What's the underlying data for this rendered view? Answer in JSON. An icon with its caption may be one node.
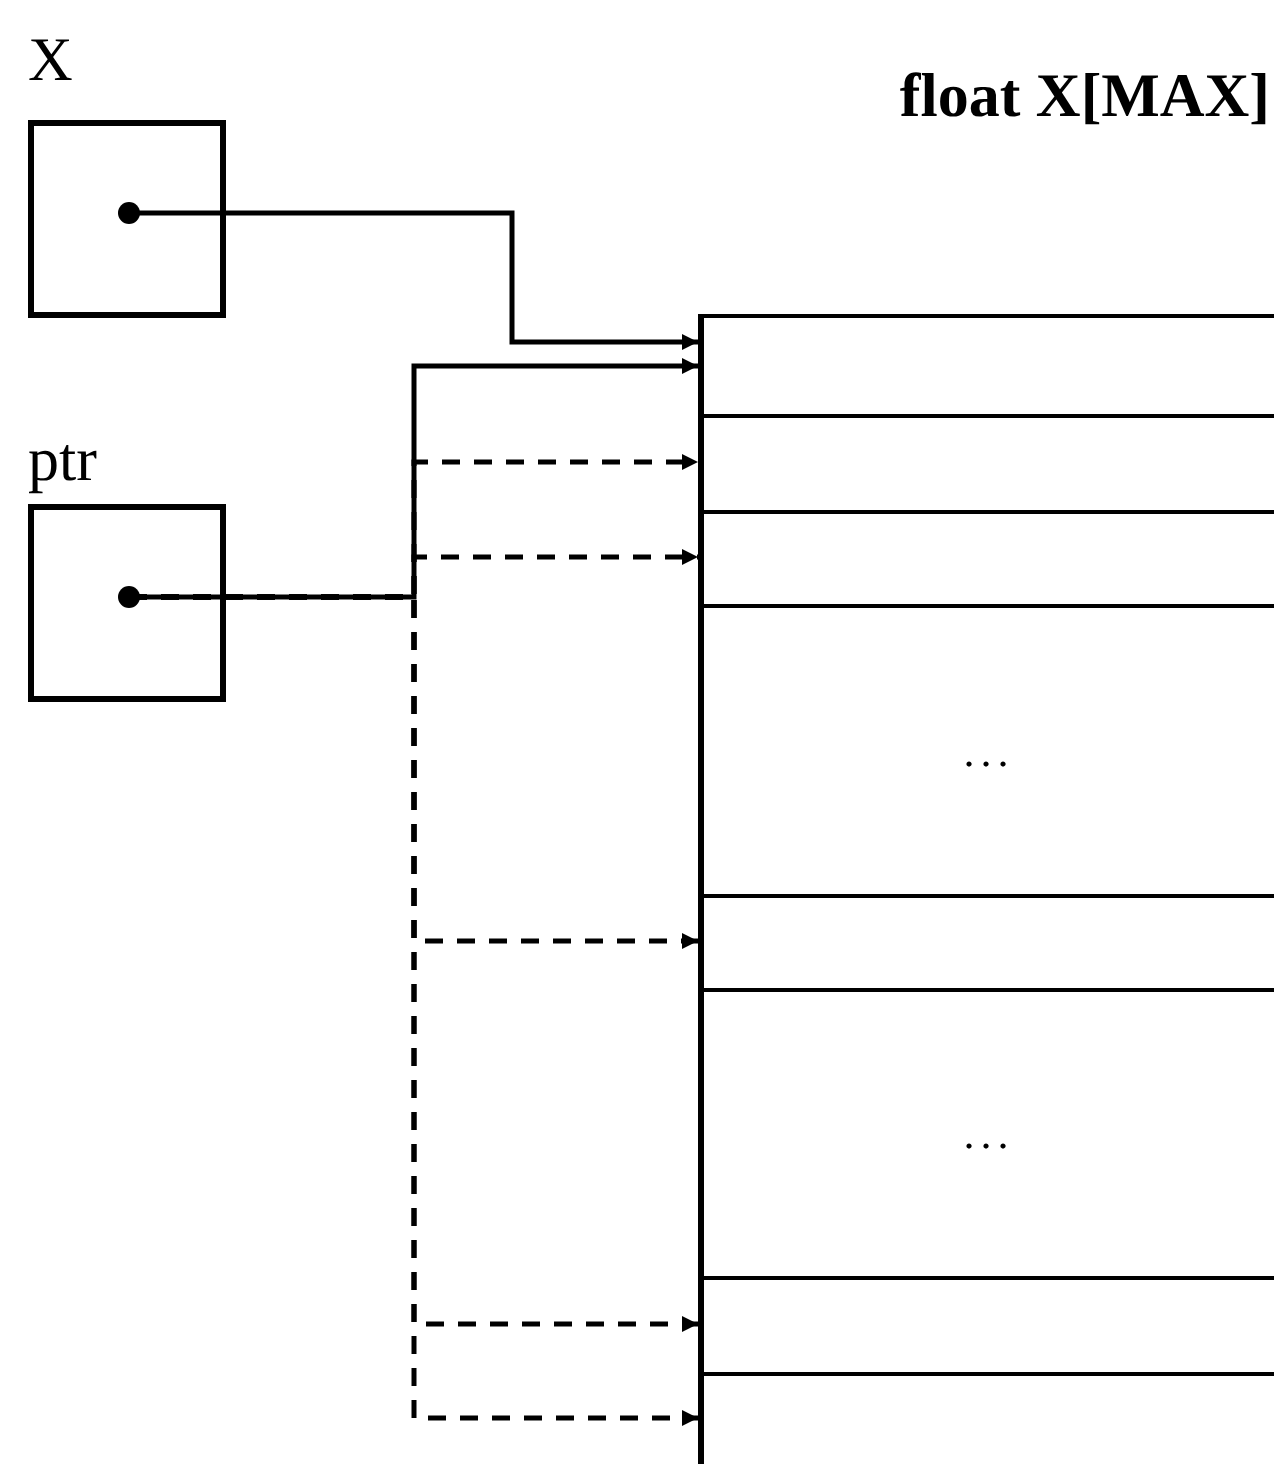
{
  "diagram": {
    "nodes": [
      {
        "text": [
          "X"
        ]
      },
      {
        "text": [
          "ptr"
        ]
      },
      {
        "text": [
          "float X[MAX]"
        ]
      },
      {
        "text": [],
        "shape": "box",
        "in": 2
      },
      {
        "text": [],
        "shape": "box",
        "in": 2
      },
      {
        "text": [],
        "shape": "box",
        "in": 2
      },
      {
        "text": [
          "..."
        ],
        "in": 2
      },
      {
        "text": [],
        "shape": "box",
        "in": 2
      },
      {
        "text": [
          "..."
        ],
        "in": 2
      },
      {
        "text": [],
        "shape": "box",
        "in": 2
      },
      {
        "text": [],
        "shape": "box",
        "in": 2
      }
    ],
    "edges": [
      {
        "from": 0,
        "to": 3,
        "arrow": "to"
      },
      {
        "from": 1,
        "to": 3,
        "arrow": "to"
      },
      {
        "from": 1,
        "to": 4,
        "arrow": "to",
        "style": "dashed"
      },
      {
        "from": 1,
        "to": 5,
        "arrow": "to",
        "style": "dashed"
      },
      {
        "from": 1,
        "to": 7,
        "arrow": "to",
        "style": "dashed"
      },
      {
        "from": 1,
        "to": 9,
        "arrow": "to",
        "style": "dashed"
      },
      {
        "from": 1,
        "to": 10,
        "arrow": "to",
        "style": "dashed"
      }
    ]
  }
}
